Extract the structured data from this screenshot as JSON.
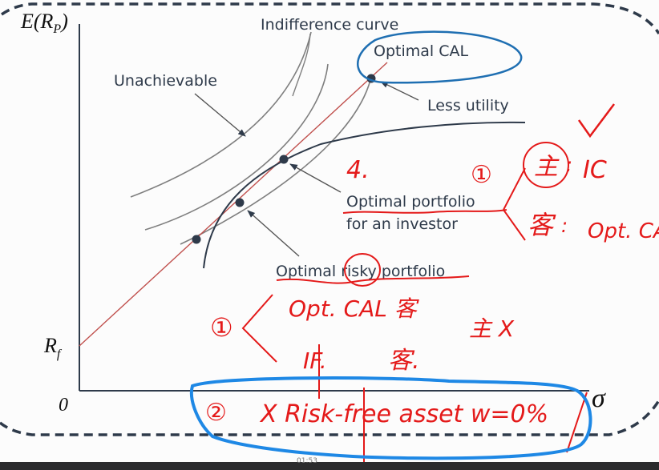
{
  "diagram": {
    "title": "Optimal complete portfolio: indifference curves and optimal CAL",
    "axes": {
      "y_label": "E(R",
      "y_label_sub": "P",
      "y_label_close": ")",
      "x_label": "σ",
      "origin_label": "0",
      "rf_label": "R",
      "rf_label_sub": "f"
    },
    "labels": {
      "indifference_curve": "Indifference curve",
      "optimal_cal": "Optimal CAL",
      "unachievable": "Unachievable",
      "less_utility": "Less utility",
      "optimal_portfolio_line1": "Optimal portfolio",
      "optimal_portfolio_line2": "for an investor",
      "optimal_risky_portfolio": "Optimal risky portfolio"
    },
    "colors": {
      "axis": "#2e3a4a",
      "cal_line": "#c0504d",
      "curves": "#7a7a7a",
      "frontier": "#2e3a4a",
      "annotation_red": "#e41a1a",
      "annotation_blue": "#1e88e5",
      "highlight_blue_dark": "#1f6fb2",
      "dashed_border": "#2e3a4a"
    }
  },
  "annotations": {
    "handwritten_4": "4.",
    "circle_1_a": "①",
    "zhu_circled": "主",
    "zhu_colon": ":",
    "ic": "IC",
    "checkmark": "✓",
    "ke": "客",
    "ke_colon": ":",
    "opt_ca": "Opt. CA",
    "circle_1_b": "①",
    "opt_cal_ke": "Opt. CAL 客",
    "er": "IF.",
    "ke2": "客.",
    "zhu_x": "主 X",
    "circle_2": "②",
    "risk_free_note": "X Risk-free asset  w=0%"
  },
  "footer": {
    "timestamp": "01:53"
  }
}
